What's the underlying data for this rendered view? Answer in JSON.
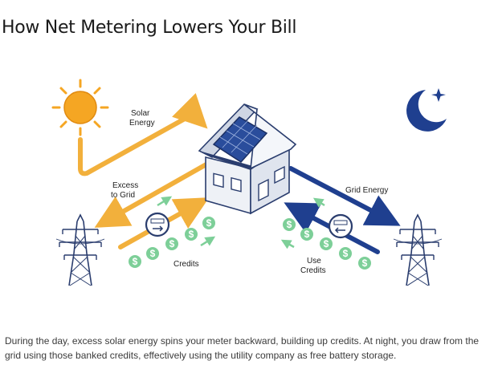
{
  "title": "How Net Metering Lowers Your Bill",
  "labels": {
    "solar_energy_1": "Solar",
    "solar_energy_2": "Energy",
    "excess_to_grid_1": "Excess",
    "excess_to_grid_2": "to Grid",
    "grid_energy": "Grid Energy",
    "credits": "Credits",
    "use_credits_1": "Use",
    "use_credits_2": "Credits",
    "coin_symbol": "$"
  },
  "caption": "During the day, excess solar energy spins your meter backward, building up credits. At night, you draw from the grid using those banked credits, effectively using the utility company as free battery storage.",
  "colors": {
    "solar_arrow": "#f2b03c",
    "grid_arrow": "#1f3f8f",
    "sun": "#f5a623",
    "moon": "#1f3f8f",
    "credit_coin": "#7dcf98",
    "tower": "#2a3d6e"
  },
  "icons": [
    "sun-icon",
    "moon-icon",
    "house-icon",
    "solar-panel-icon",
    "meter-icon",
    "transmission-tower-icon",
    "dollar-coin-icon"
  ]
}
